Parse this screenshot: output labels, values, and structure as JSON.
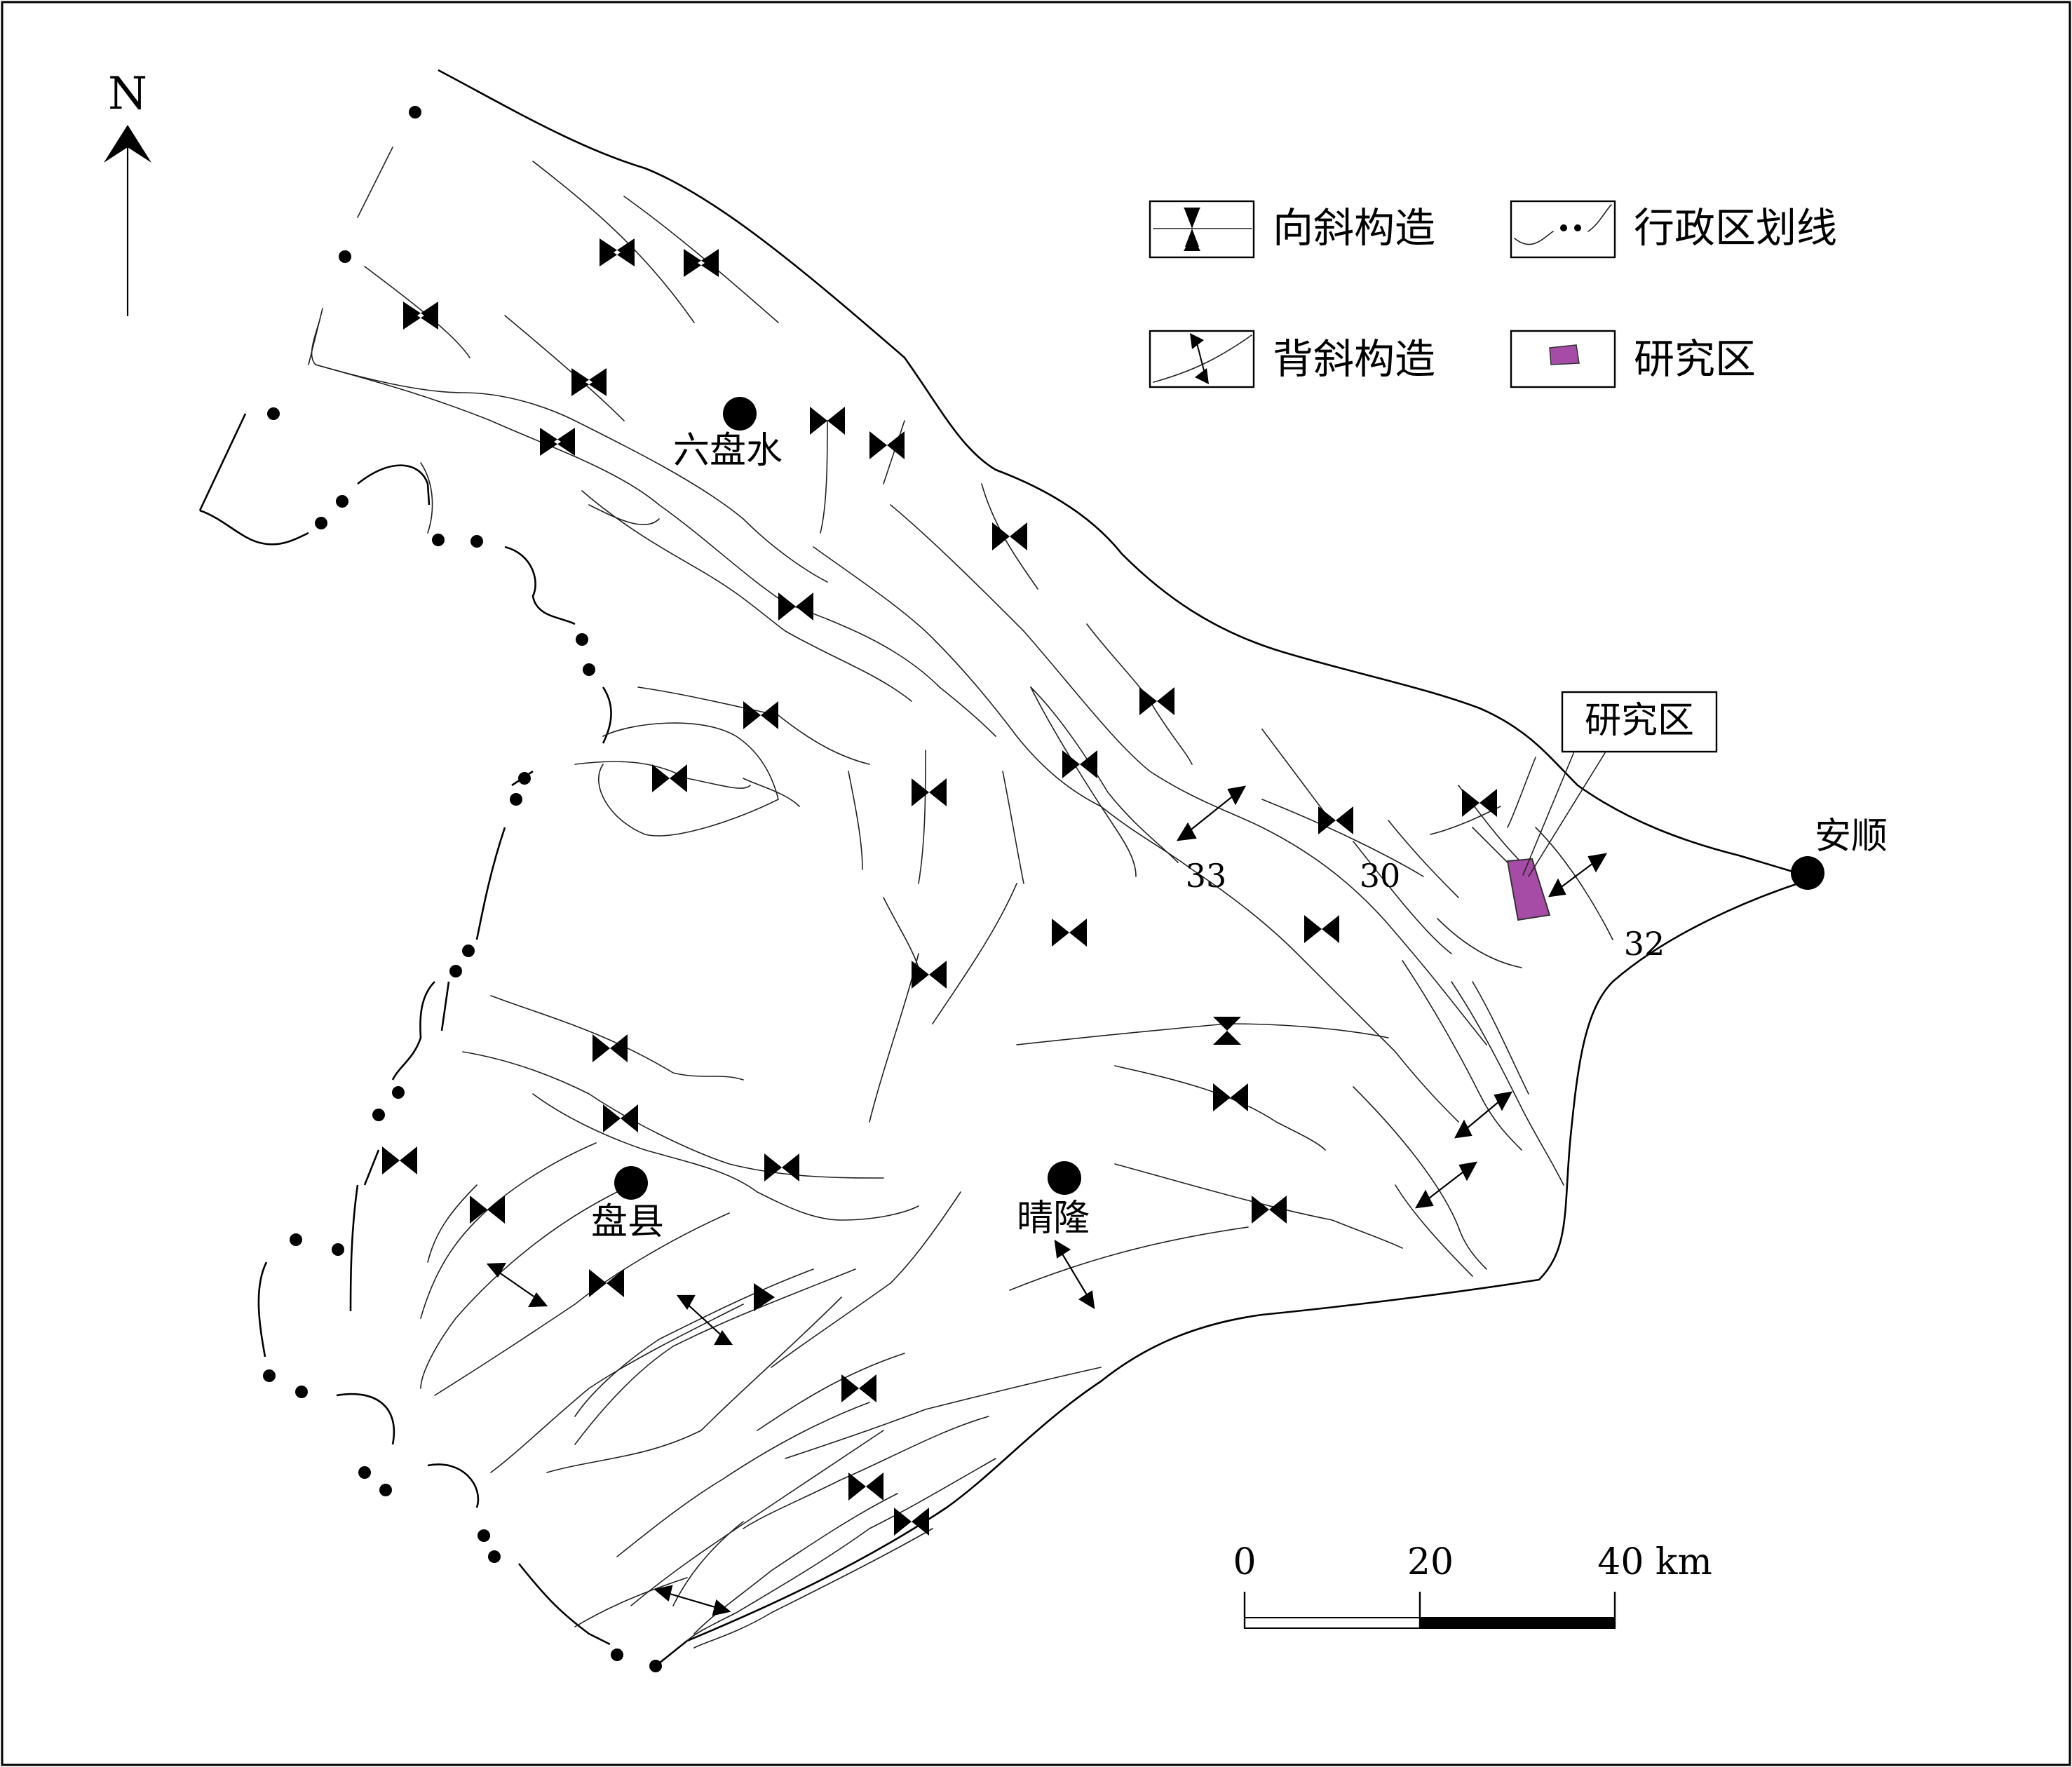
{
  "north": {
    "label": "N"
  },
  "legend": {
    "syncline": "向斜构造",
    "admin_boundary": "行政区划线",
    "anticline": "背斜构造",
    "study_area": "研究区"
  },
  "callout": {
    "label": "研究区"
  },
  "cities": {
    "liupanshui": "六盘水",
    "anshun": "安顺",
    "panxian": "盘县",
    "qinglong": "晴隆"
  },
  "numbers": {
    "n33": "33",
    "n30": "30",
    "n32": "32"
  },
  "scale_bar": {
    "tick0": "0",
    "tick1": "20",
    "tick2": "40 km"
  },
  "colors": {
    "study_area_fill": "#a64ca6",
    "ink": "#000000"
  }
}
